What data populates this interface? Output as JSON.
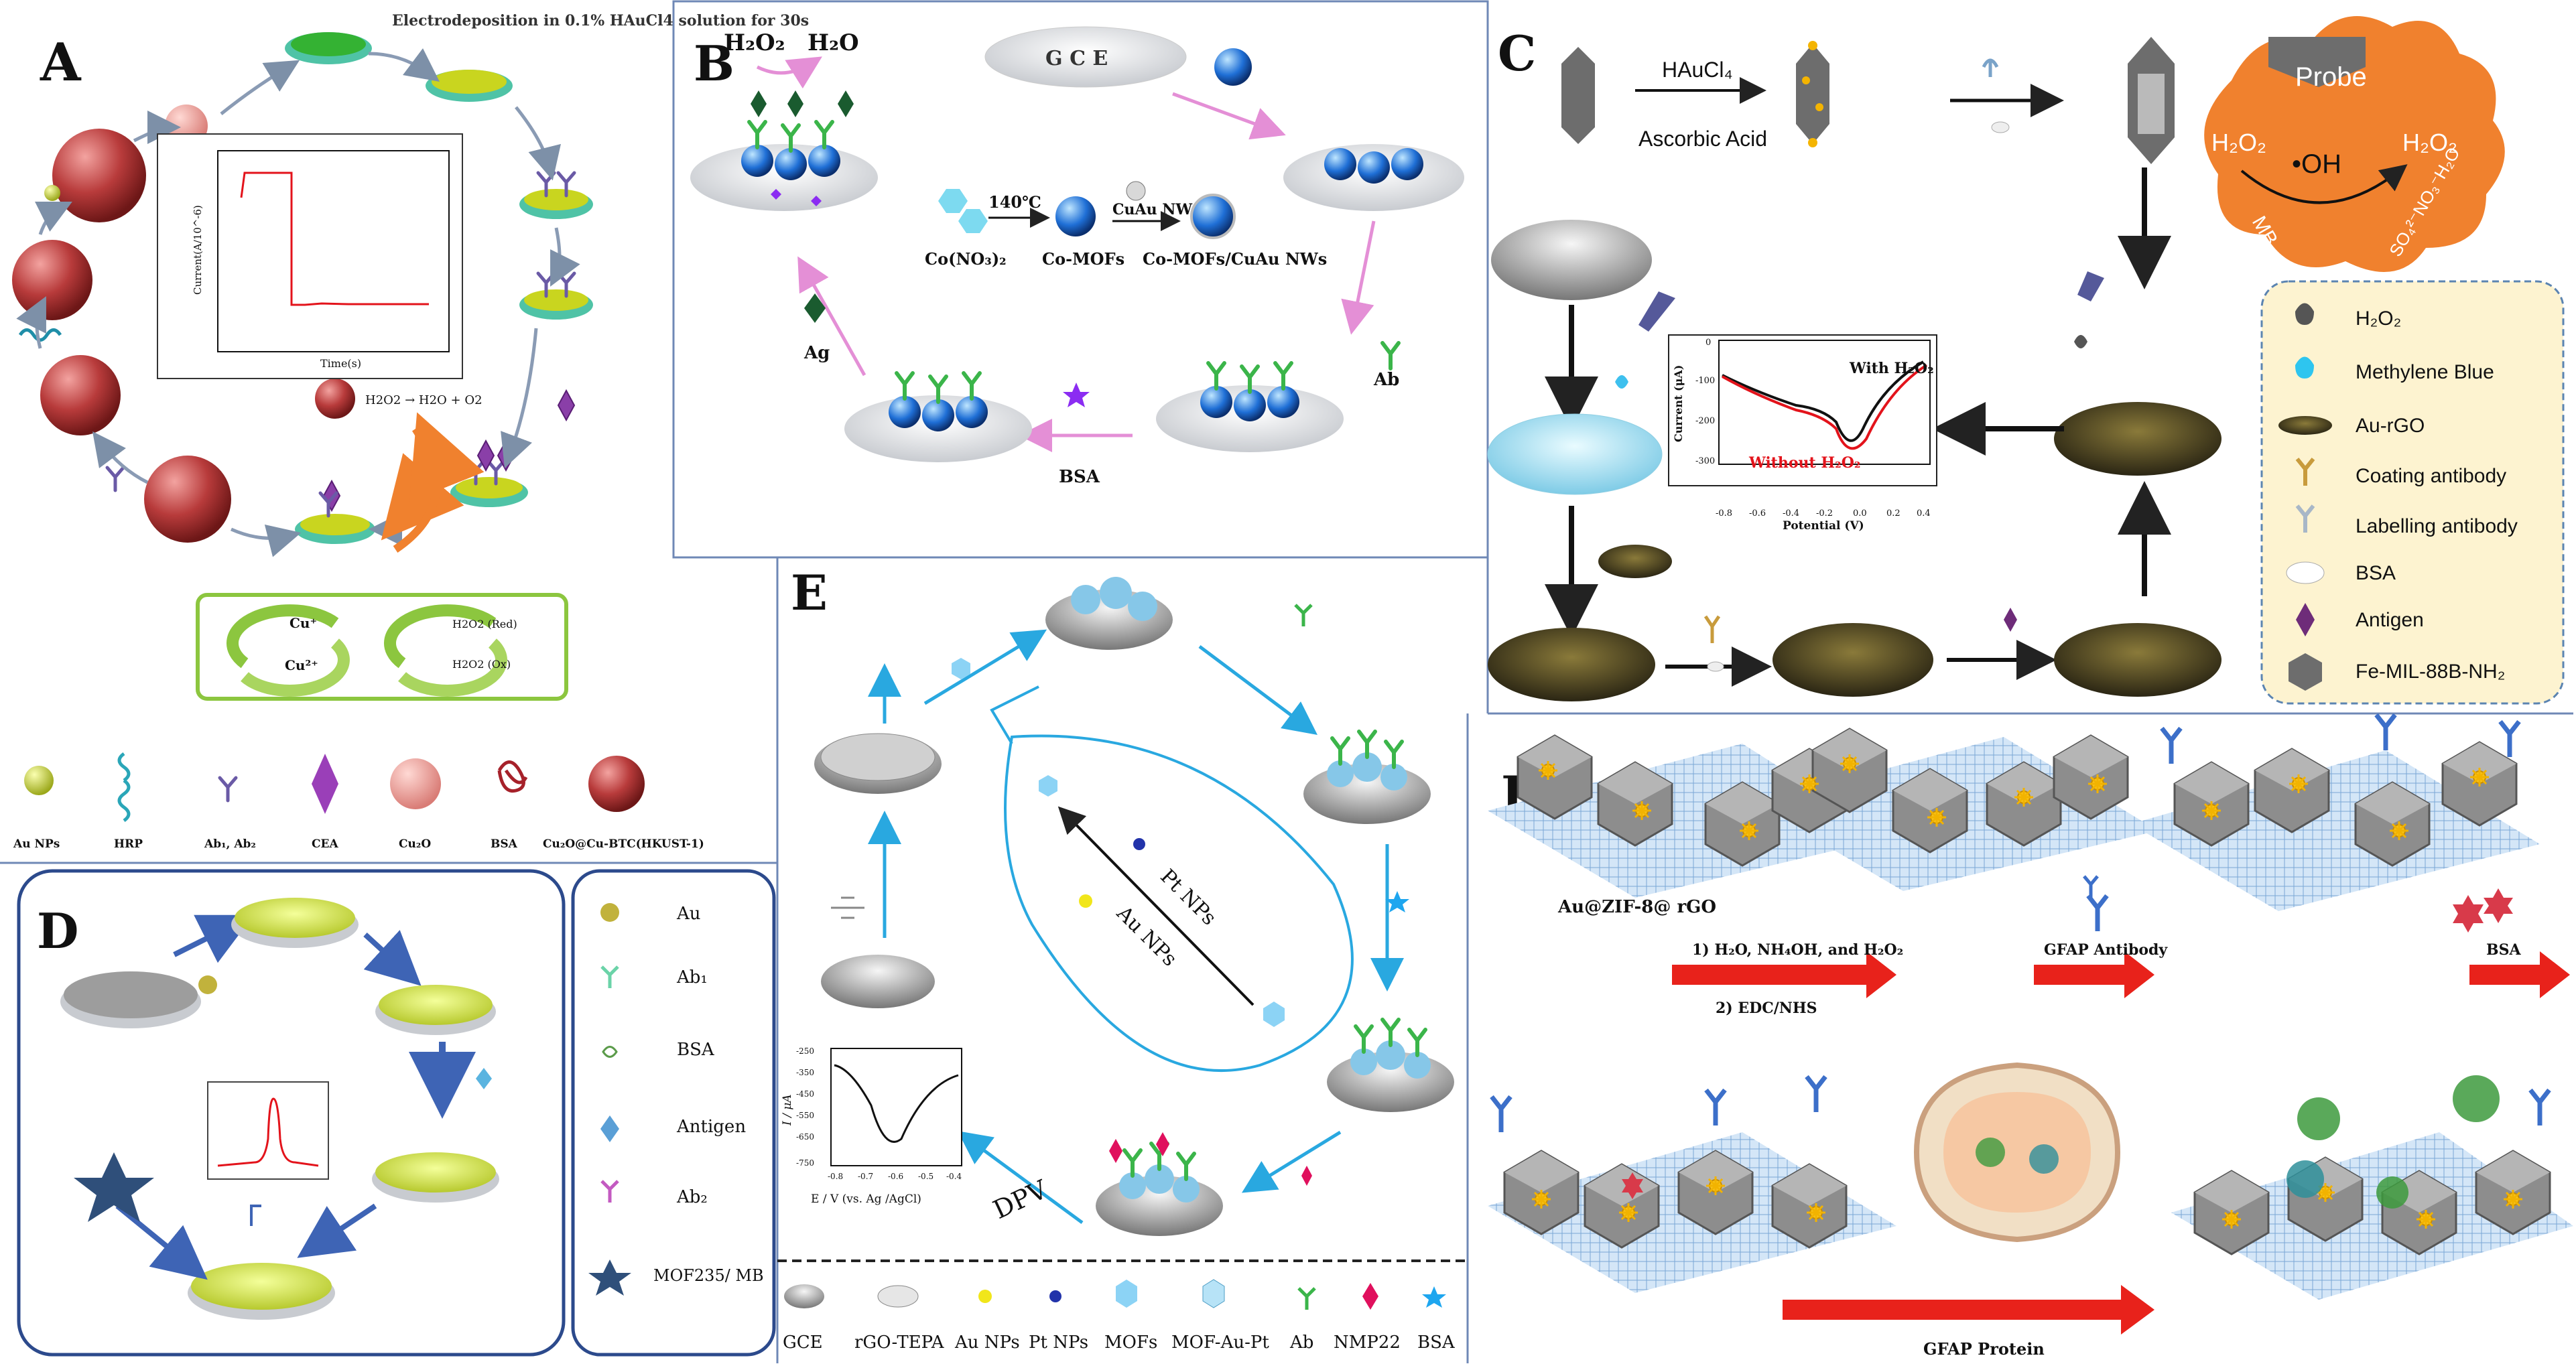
{
  "panels": {
    "A": {
      "letter": "A",
      "header_text": "Electrodeposition in 0.1% HAuCl4 solution for 30s",
      "inset_ylabel": "Current(A/10^-6)",
      "inset_xlabel": "Time(s)",
      "reaction": "H2O2 → H2O + O2",
      "cycle_cu_plus": "Cu⁺",
      "cycle_cu_2plus": "Cu²⁺",
      "cycle_h2o2_red": "H2O2 (Red)",
      "cycle_h2o2_ox": "H2O2 (Ox)",
      "legend": [
        "Au NPs",
        "HRP",
        "Ab₁, Ab₂",
        "CEA",
        "Cu₂O",
        "BSA",
        "Cu₂O@Cu-BTC(HKUST-1)"
      ]
    },
    "B": {
      "letter": "B",
      "h2o2": "H₂O₂",
      "h2o": "H₂O",
      "gce": "G C E",
      "temp": "140℃",
      "co_no3": "Co(NO₃)₂",
      "co_mofs": "Co-MOFs",
      "cuau": "CuAu NWs",
      "composite": "Co-MOFs/CuAu NWs",
      "ab": "Ab",
      "bsa": "BSA",
      "ag": "Ag"
    },
    "C": {
      "letter": "C",
      "haucl4": "HAuCl₄",
      "ascorbic": "Ascorbic Acid",
      "probe": "Probe",
      "h2o2_left": "H₂O₂",
      "h2o2_right": "H₂O₂",
      "oh": "•OH",
      "mb": "MB",
      "products": "SO₄²⁻NO₃⁻H₂O",
      "inset_with": "With H₂O₂",
      "inset_without": "Without H₂O₂",
      "inset_ylabel": "Current (μA)",
      "inset_xlabel": "Potential (V)",
      "yticks": [
        "0",
        "-100",
        "-200",
        "-300"
      ],
      "xticks": [
        "-0.8",
        "-0.6",
        "-0.4",
        "-0.2",
        "0.0",
        "0.2",
        "0.4"
      ],
      "legend": [
        "H₂O₂",
        "Methylene Blue",
        "Au-rGO",
        "Coating antibody",
        "Labelling antibody",
        "BSA",
        "Antigen",
        "Fe-MIL-88B-NH₂"
      ]
    },
    "D": {
      "letter": "D",
      "legend": [
        "Au",
        "Ab₁",
        "BSA",
        "Antigen",
        "Ab₂",
        "MOF235/ MB"
      ]
    },
    "E": {
      "letter": "E",
      "pt_nps": "Pt NPs",
      "au_nps": "Au NPs",
      "dpv": "DPV",
      "ylabel": "I / μA",
      "xlabel": "E / V (vs. Ag /AgCl)",
      "yticks": [
        "-250",
        "-350",
        "-450",
        "-550",
        "-650",
        "-750"
      ],
      "xticks": [
        "-0.8",
        "-0.7",
        "-0.6",
        "-0.5",
        "-0.4"
      ],
      "legend": [
        "GCE",
        "rGO-TEPA",
        "Au NPs",
        "Pt NPs",
        "MOFs",
        "MOF-Au-Pt",
        "Ab",
        "NMP22",
        "BSA"
      ]
    },
    "F": {
      "letter": "F",
      "material": "Au@ZIF-8@ rGO",
      "step1a": "1) H₂O, NH₄OH, and H₂O₂",
      "step1b": "2) EDC/NHS",
      "step2": "GFAP Antibody",
      "step3": "BSA",
      "step4": "GFAP Protein"
    }
  },
  "colors": {
    "border_blue": "#2c4a8c",
    "arrow_blue": "#29a8e0",
    "arrow_pink": "#e48fd6",
    "arrow_red": "#e8221b",
    "orange_probe": "#f0812e",
    "legend_bg": "#fdf3d0",
    "green_box": "#8cc63f"
  }
}
